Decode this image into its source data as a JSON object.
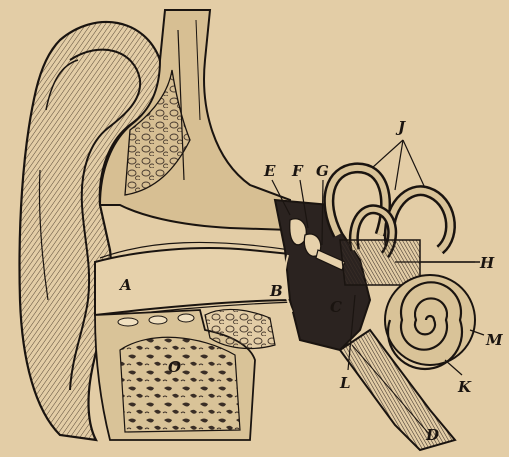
{
  "figure": {
    "colors": {
      "paper": "#e3cda6",
      "ink": "#1a1410",
      "hatch": "#5a4a38",
      "light_fill": "#dcc59c",
      "dark_fill": "#2b2320"
    },
    "labels": {
      "A": "A",
      "B": "B",
      "C": "C",
      "D": "D",
      "E": "E",
      "F": "F",
      "G": "G",
      "H": "H",
      "J": "J",
      "K": "K",
      "L": "L",
      "M": "M",
      "O": "O"
    }
  }
}
